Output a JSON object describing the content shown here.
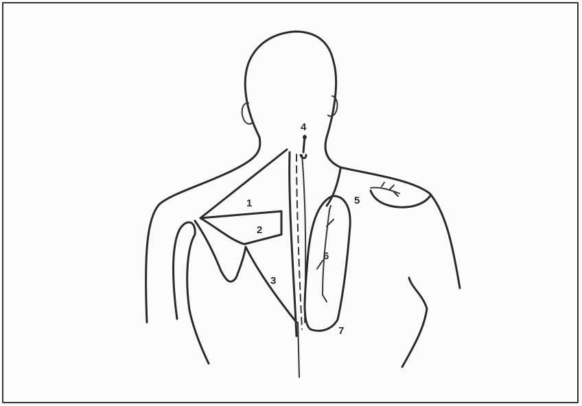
{
  "labels": {
    "region_1": "1",
    "region_2": "2",
    "region_3": "3",
    "region_4": "4",
    "region_5": "5",
    "region_6": "6",
    "region_7": "7"
  },
  "colors": {
    "ink": "#2a2a2a",
    "paper": "#fbfbfb"
  }
}
